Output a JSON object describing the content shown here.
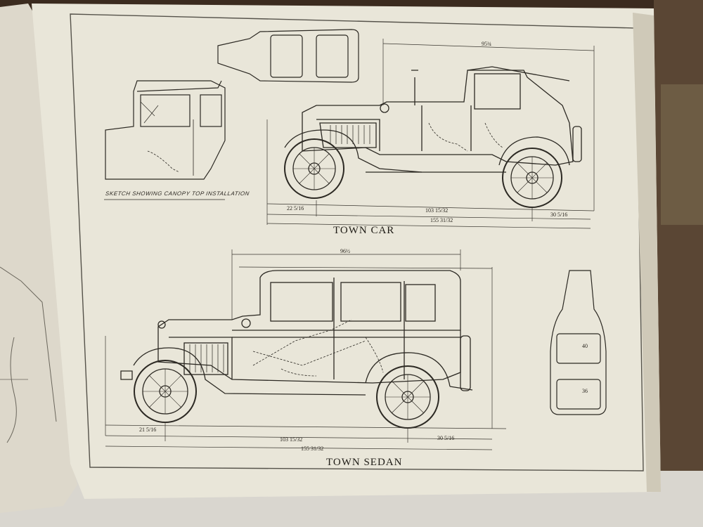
{
  "plate": {
    "top_caption": "TOWN CAR",
    "bottom_caption": "TOWN SEDAN",
    "sketch_caption": "SKETCH SHOWING CANOPY TOP INSTALLATION"
  },
  "town_car_dims": {
    "overall_top": "95¾",
    "front_overhang": "22 5/16",
    "wheelbase": "103 15/32",
    "rear_overhang": "30 5/16",
    "overall_length": "155 31/32"
  },
  "town_sedan_dims": {
    "overall_top": "96½",
    "front_overhang": "21 5/16",
    "wheelbase": "103 15/32",
    "rear_overhang": "30 5/16",
    "overall_length": "155 31/32",
    "plan_rear_seat": "40",
    "plan_front_seat": "36"
  }
}
